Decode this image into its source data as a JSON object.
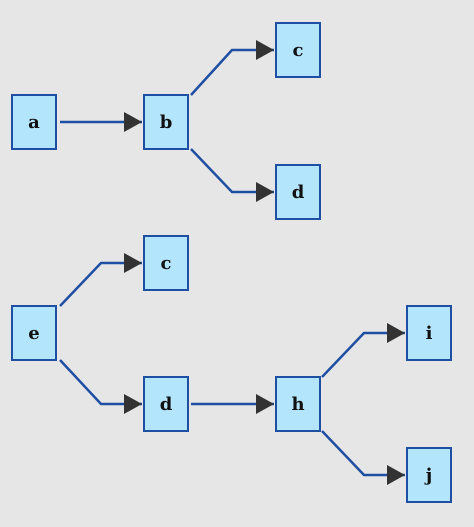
{
  "colors": {
    "background": "#e6e6e6",
    "node_fill": "#b3e5fc",
    "node_border": "#1f4fa3",
    "edge": "#1f4fa3",
    "arrowhead": "#333333",
    "label": "#111111"
  },
  "trees": [
    {
      "nodes": [
        {
          "id": "t1-a",
          "label": "a"
        },
        {
          "id": "t1-b",
          "label": "b"
        },
        {
          "id": "t1-c",
          "label": "c"
        },
        {
          "id": "t1-d",
          "label": "d"
        }
      ],
      "edges": [
        {
          "from": "t1-a",
          "to": "t1-b"
        },
        {
          "from": "t1-b",
          "to": "t1-c"
        },
        {
          "from": "t1-b",
          "to": "t1-d"
        }
      ]
    },
    {
      "nodes": [
        {
          "id": "t2-e",
          "label": "e"
        },
        {
          "id": "t2-c",
          "label": "c"
        },
        {
          "id": "t2-d",
          "label": "d"
        },
        {
          "id": "t2-h",
          "label": "h"
        },
        {
          "id": "t2-i",
          "label": "i"
        },
        {
          "id": "t2-j",
          "label": "j"
        }
      ],
      "edges": [
        {
          "from": "t2-e",
          "to": "t2-c"
        },
        {
          "from": "t2-e",
          "to": "t2-d"
        },
        {
          "from": "t2-d",
          "to": "t2-h"
        },
        {
          "from": "t2-h",
          "to": "t2-i"
        },
        {
          "from": "t2-h",
          "to": "t2-j"
        }
      ]
    }
  ]
}
